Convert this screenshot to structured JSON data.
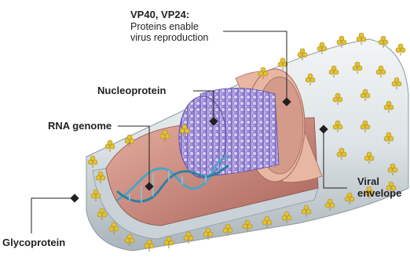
{
  "diagram": {
    "labels": {
      "vp_title": "VP40, VP24:",
      "vp_desc_line1": "Proteins enable",
      "vp_desc_line2": "virus reproduction",
      "nucleoprotein": "Nucleoprotein",
      "rna_genome": "RNA genome",
      "viral_line1": "Viral",
      "viral_line2": "envelope",
      "glycoprotein": "Glycoprotein"
    },
    "colors": {
      "envelope": "#dde3e6",
      "envelope_shadow": "#9aa6ad",
      "matrix_layer": "#e8b7a3",
      "interior": "#c77f76",
      "nucleoprotein": "#9d8cd3",
      "rna": "#4fa3c4",
      "glycoprotein": "#e3c22f",
      "leader": "#231f20"
    }
  }
}
